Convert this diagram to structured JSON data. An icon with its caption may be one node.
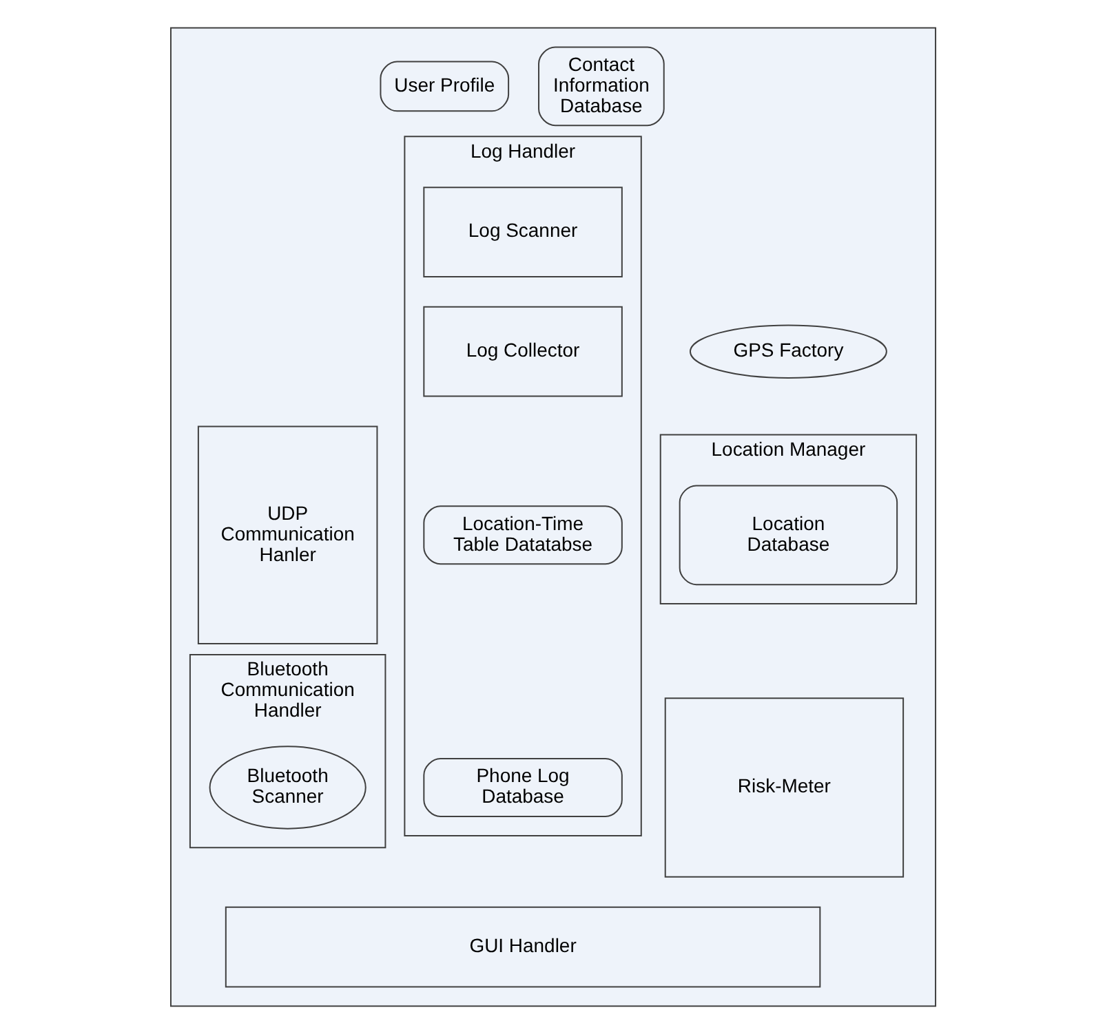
{
  "diagram": {
    "nodes": [
      {
        "text": [],
        "shape": "box"
      },
      {
        "text": [
          "GPS Factory"
        ],
        "in": 0
      },
      {
        "text": [
          "Contact Information Database"
        ],
        "in": 0
      },
      {
        "text": [
          "User Profile"
        ],
        "in": 0
      },
      {
        "text": [
          "UDP Communication Hanler"
        ],
        "in": 0
      },
      {
        "text": [
          "Location Manager"
        ],
        "in": 0
      },
      {
        "text": [
          "Location Database"
        ],
        "in": 5
      },
      {
        "text": [
          "Log Handler"
        ],
        "in": 0
      },
      {
        "text": [
          "Log Scanner"
        ],
        "in": 7
      },
      {
        "text": [
          "Log Collector"
        ],
        "in": 7
      },
      {
        "text": [
          "Location-Time Table Datatabse"
        ],
        "in": 7
      },
      {
        "text": [
          "Phone Log Database"
        ],
        "in": 7
      },
      {
        "text": [
          "Risk-Meter"
        ],
        "in": 0
      },
      {
        "text": [
          "Bluetooth Communication Handler"
        ],
        "in": 0
      },
      {
        "text": [
          "Bluetooth Scanner"
        ],
        "in": 13
      },
      {
        "text": [
          "GUI Handler"
        ],
        "in": 0
      }
    ],
    "edges": []
  }
}
